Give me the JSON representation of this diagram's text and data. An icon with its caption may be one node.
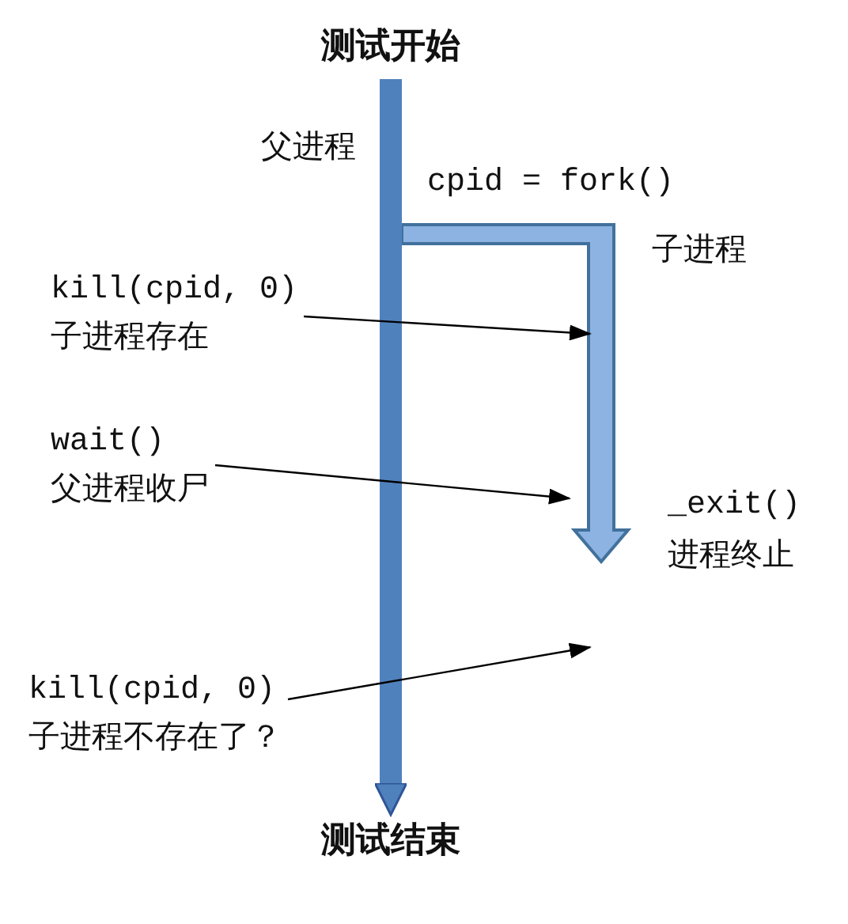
{
  "diagram": {
    "nodes": [
      {
        "text": [
          "测试开始"
        ]
      },
      {
        "text": [
          "测试结束"
        ]
      },
      {
        "text": [
          "kill(cpid, 0)",
          "子进程存在"
        ]
      },
      {
        "text": [
          "wait()",
          "父进程收尸"
        ]
      },
      {
        "text": [
          "kill(cpid, 0)",
          "子进程不存在了？"
        ]
      }
    ],
    "edges": [
      {
        "from": 0,
        "to": 1,
        "arrow": "to",
        "style": "thick",
        "color": "#4f81bd"
      },
      {
        "from": 2,
        "to": null,
        "arrow": "to"
      },
      {
        "from": 3,
        "to": null,
        "arrow": "to"
      },
      {
        "from": 4,
        "to": null,
        "arrow": "to"
      }
    ],
    "labels": [
      "父进程",
      "cpid = fork()",
      "子进程",
      "_exit()",
      "进程终止"
    ]
  }
}
